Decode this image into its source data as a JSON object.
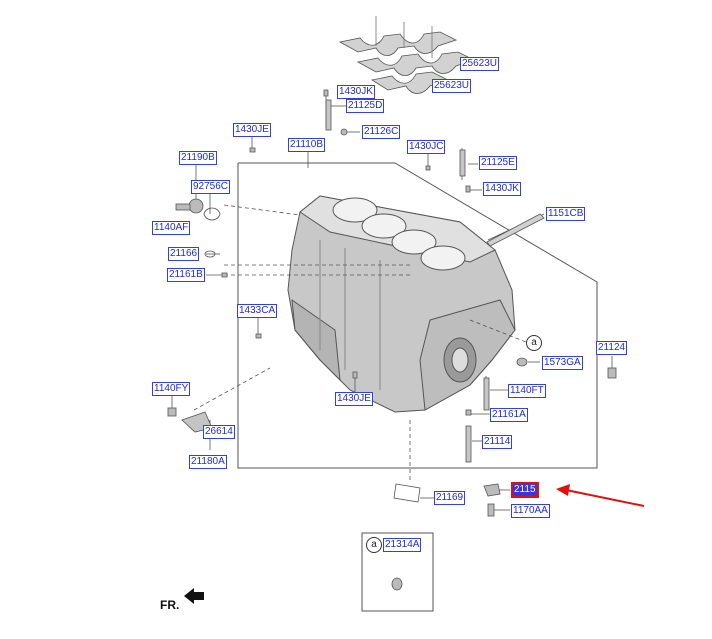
{
  "parts": [
    {
      "id": "25623U_a",
      "label": "25623U"
    },
    {
      "id": "25623U_b",
      "label": "25623U"
    },
    {
      "id": "1430JK_top",
      "label": "1430JK"
    },
    {
      "id": "21125D",
      "label": "21125D"
    },
    {
      "id": "1430JE_top",
      "label": "1430JE"
    },
    {
      "id": "21126C",
      "label": "21126C"
    },
    {
      "id": "21110B",
      "label": "21110B"
    },
    {
      "id": "1430JC",
      "label": "1430JC"
    },
    {
      "id": "21190B",
      "label": "21190B"
    },
    {
      "id": "21125E",
      "label": "21125E"
    },
    {
      "id": "92756C",
      "label": "92756C"
    },
    {
      "id": "1430JK_right",
      "label": "1430JK"
    },
    {
      "id": "1140AF",
      "label": "1140AF"
    },
    {
      "id": "1151CB",
      "label": "1151CB"
    },
    {
      "id": "21166",
      "label": "21166"
    },
    {
      "id": "21161B",
      "label": "21161B"
    },
    {
      "id": "1433CA",
      "label": "1433CA"
    },
    {
      "id": "21124",
      "label": "21124"
    },
    {
      "id": "1573GA",
      "label": "1573GA"
    },
    {
      "id": "1140FY",
      "label": "1140FY"
    },
    {
      "id": "1140FT",
      "label": "1140FT"
    },
    {
      "id": "1430JE_bottom",
      "label": "1430JE"
    },
    {
      "id": "21161A",
      "label": "21161A"
    },
    {
      "id": "26614",
      "label": "26614"
    },
    {
      "id": "21114",
      "label": "21114"
    },
    {
      "id": "21180A",
      "label": "21180A"
    },
    {
      "id": "21169",
      "label": "21169"
    },
    {
      "id": "2115",
      "label": "2115",
      "highlighted": true
    },
    {
      "id": "1170AA",
      "label": "1170AA"
    },
    {
      "id": "21314A",
      "label": "21314A"
    }
  ],
  "callout": {
    "label": "a"
  },
  "orientation": {
    "label": "FR."
  },
  "colors": {
    "label_text": "#1f2bd6",
    "highlight_fill": "#3b35d8",
    "highlight_arrow": "#e01010"
  }
}
